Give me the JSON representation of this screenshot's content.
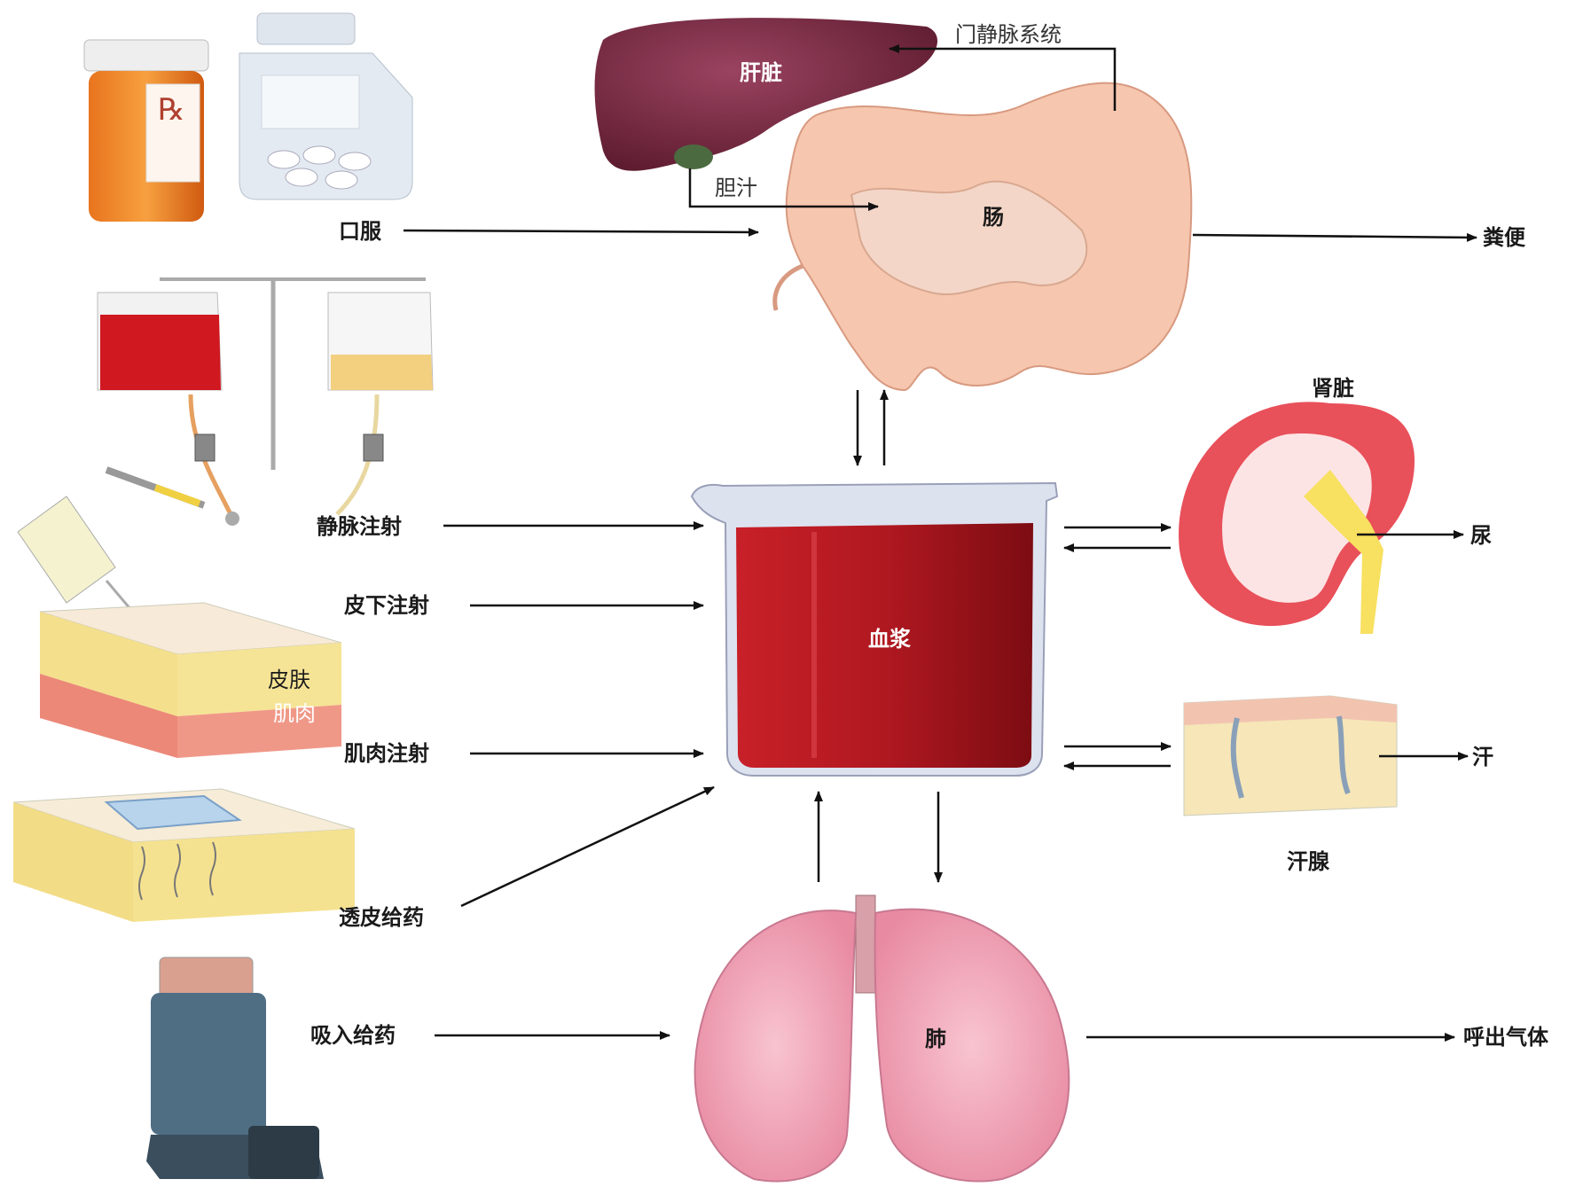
{
  "labels": {
    "liver": "肝脏",
    "portal_system": "门静脉系统",
    "bile": "胆汁",
    "intestine": "肠",
    "feces": "粪便",
    "kidney": "肾脏",
    "urine": "尿",
    "plasma": "血浆",
    "sweat_gland": "汗腺",
    "sweat": "汗",
    "lung": "肺",
    "exhaled": "呼出气体",
    "skin": "皮肤",
    "muscle": "肌肉",
    "rx_symbol": "℞"
  },
  "routes": {
    "oral": "口服",
    "iv": "静脉注射",
    "subcutaneous": "皮下注射",
    "intramuscular": "肌肉注射",
    "transdermal": "透皮给药",
    "inhalation": "吸入给药"
  },
  "colors": {
    "liver": "#7a2c42",
    "plasma": "#b01820",
    "intestine": "#f4c4ae",
    "kidney": "#e8505a",
    "lung": "#f0a0b8"
  }
}
